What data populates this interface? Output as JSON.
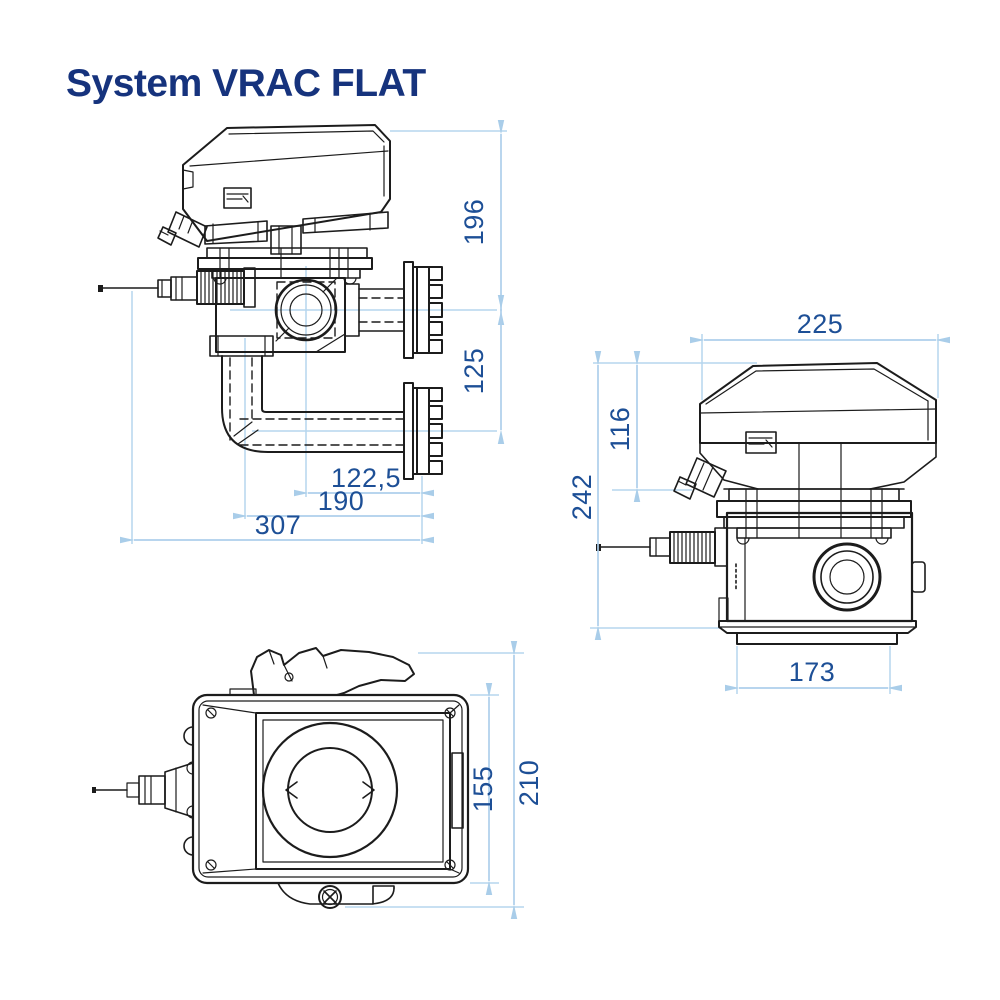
{
  "title": "System VRAC FLAT",
  "colors": {
    "title_text": "#16337d",
    "dimension_text": "#1d4f96",
    "dimension_lines": "#aecfeb",
    "drawing_lines": "#1c1c1c",
    "background": "#ffffff"
  },
  "dimensions": {
    "side_view": {
      "actuator_height": "196",
      "port_to_drain_height": "125",
      "port_offset_width": "122,5",
      "drain_offset_width": "190",
      "total_width": "307"
    },
    "front_view": {
      "top_width": "225",
      "actuator_height": "116",
      "total_height": "242",
      "flange_width": "173"
    },
    "top_view": {
      "body_depth": "155",
      "total_depth": "210"
    }
  }
}
